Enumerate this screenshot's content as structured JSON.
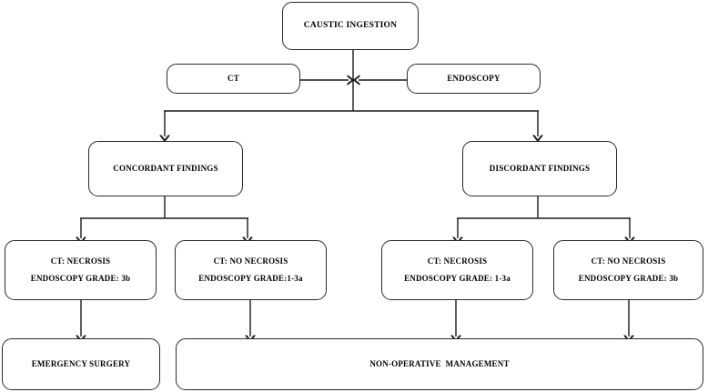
{
  "diagram": {
    "title_node": {
      "label": "CAUSTIC INGESTION"
    },
    "modality_nodes": [
      {
        "label": "CT"
      },
      {
        "label": "ENDOSCOPY"
      }
    ],
    "findings_nodes": [
      {
        "label": "CONCORDANT FINDINGS"
      },
      {
        "label": "DISCORDANT FINDINGS"
      }
    ],
    "grade_nodes": [
      {
        "line1": "CT: NECROSIS",
        "line2": "ENDOSCOPY GRADE: 3b"
      },
      {
        "line1": "CT: NO NECROSIS",
        "line2": "ENDOSCOPY GRADE:1-3a"
      },
      {
        "line1": "CT: NECROSIS",
        "line2": "ENDOSCOPY GRADE: 1-3a"
      },
      {
        "line1": "CT: NO NECROSIS",
        "line2": "ENDOSCOPY GRADE: 3b"
      }
    ],
    "outcome_nodes": [
      {
        "label": "EMERGENCY SURGERY"
      },
      {
        "label": "NON-OPERATIVE  MANAGEMENT"
      }
    ],
    "colors": {
      "stroke": "#1a1a1a",
      "box_border": "#2b2b2b",
      "text": "#000000",
      "background": "#ffffff"
    }
  }
}
